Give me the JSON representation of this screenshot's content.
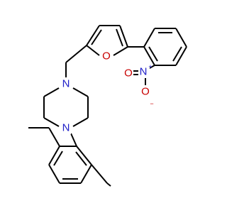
{
  "molecule": {
    "atoms": {
      "n_pip_top": {
        "label": "N",
        "color": "#2020c8"
      },
      "n_pip_bottom": {
        "label": "N",
        "color": "#2020c8"
      },
      "o_furan": {
        "label": "O",
        "color": "#c80000"
      },
      "n_nitro": {
        "label": "N",
        "charge": "+",
        "color": "#2020c8"
      },
      "o_nitro_left": {
        "label": "O",
        "color": "#c80000"
      },
      "o_nitro_bottom": {
        "label": "O",
        "charge": "−",
        "color": "#c80000"
      }
    }
  }
}
